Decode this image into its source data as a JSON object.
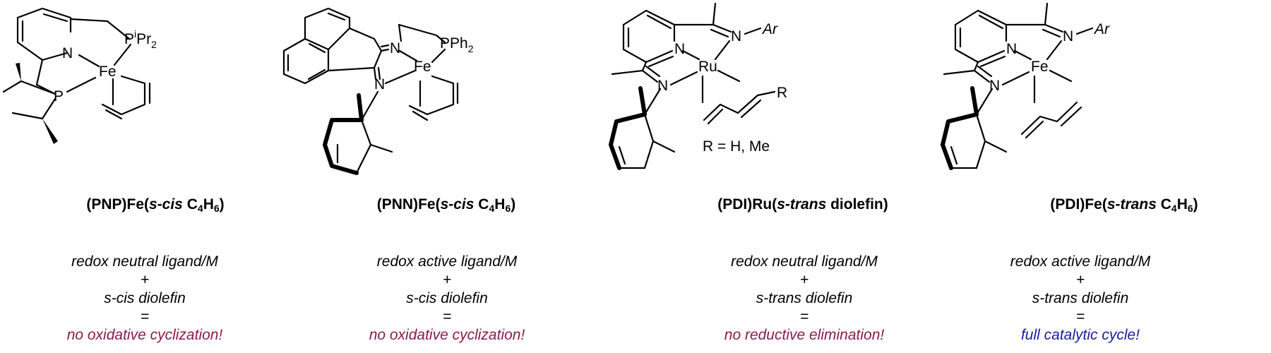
{
  "complexes": [
    {
      "name_prefix": "(PNP)Fe(",
      "name_italic": "s-cis",
      "name_formula": "C",
      "sub1": "4",
      "mid": "H",
      "sub2": "6",
      "name_suffix": ")",
      "line1": "redox neutral ligand/M",
      "plus": "+",
      "line2": "s-cis diolefin",
      "equals": "=",
      "conclusion": "no oxidative cyclization!",
      "conclusion_color": "#8b1a4a",
      "atoms": {
        "metal": "Fe",
        "n": "N",
        "p1": "P",
        "p2": "P",
        "p2_sup": "i",
        "p2_tail": "Pr",
        "p2_sub": "2"
      }
    },
    {
      "name_prefix": "(PNN)Fe(",
      "name_italic": "s-cis",
      "name_formula": "C",
      "sub1": "4",
      "mid": "H",
      "sub2": "6",
      "name_suffix": ")",
      "line1": "redox active ligand/M",
      "plus": "+",
      "line2": "s-cis diolefin",
      "equals": "=",
      "conclusion": "no oxidative cyclization!",
      "conclusion_color": "#8b1a4a",
      "atoms": {
        "metal": "Fe",
        "n1": "N",
        "n2": "N",
        "p": "PPh",
        "p_sub": "2"
      }
    },
    {
      "name_prefix": "(PDI)Ru(",
      "name_italic": "s-trans",
      "name_tail": " diolefin)",
      "line1": "redox neutral ligand/M",
      "plus": "+",
      "line2": "s-trans diolefin",
      "equals": "=",
      "conclusion": "no reductive elimination!",
      "conclusion_color": "#8b1a4a",
      "atoms": {
        "metal": "Ru",
        "n1": "N",
        "n2": "N",
        "n3": "N",
        "ar": "Ar",
        "r": "R",
        "r_note": "R = H, Me"
      }
    },
    {
      "name_prefix": "(PDI)Fe(",
      "name_italic": "s-trans",
      "name_formula": "C",
      "sub1": "4",
      "mid": "H",
      "sub2": "6",
      "name_suffix": ")",
      "line1": "redox active ligand/M",
      "plus": "+",
      "line2": "s-trans diolefin",
      "equals": "=",
      "conclusion": "full catalytic cycle!",
      "conclusion_color": "#1a1aa6",
      "atoms": {
        "metal": "Fe",
        "n1": "N",
        "n2": "N",
        "n3": "N",
        "ar": "Ar"
      }
    }
  ]
}
